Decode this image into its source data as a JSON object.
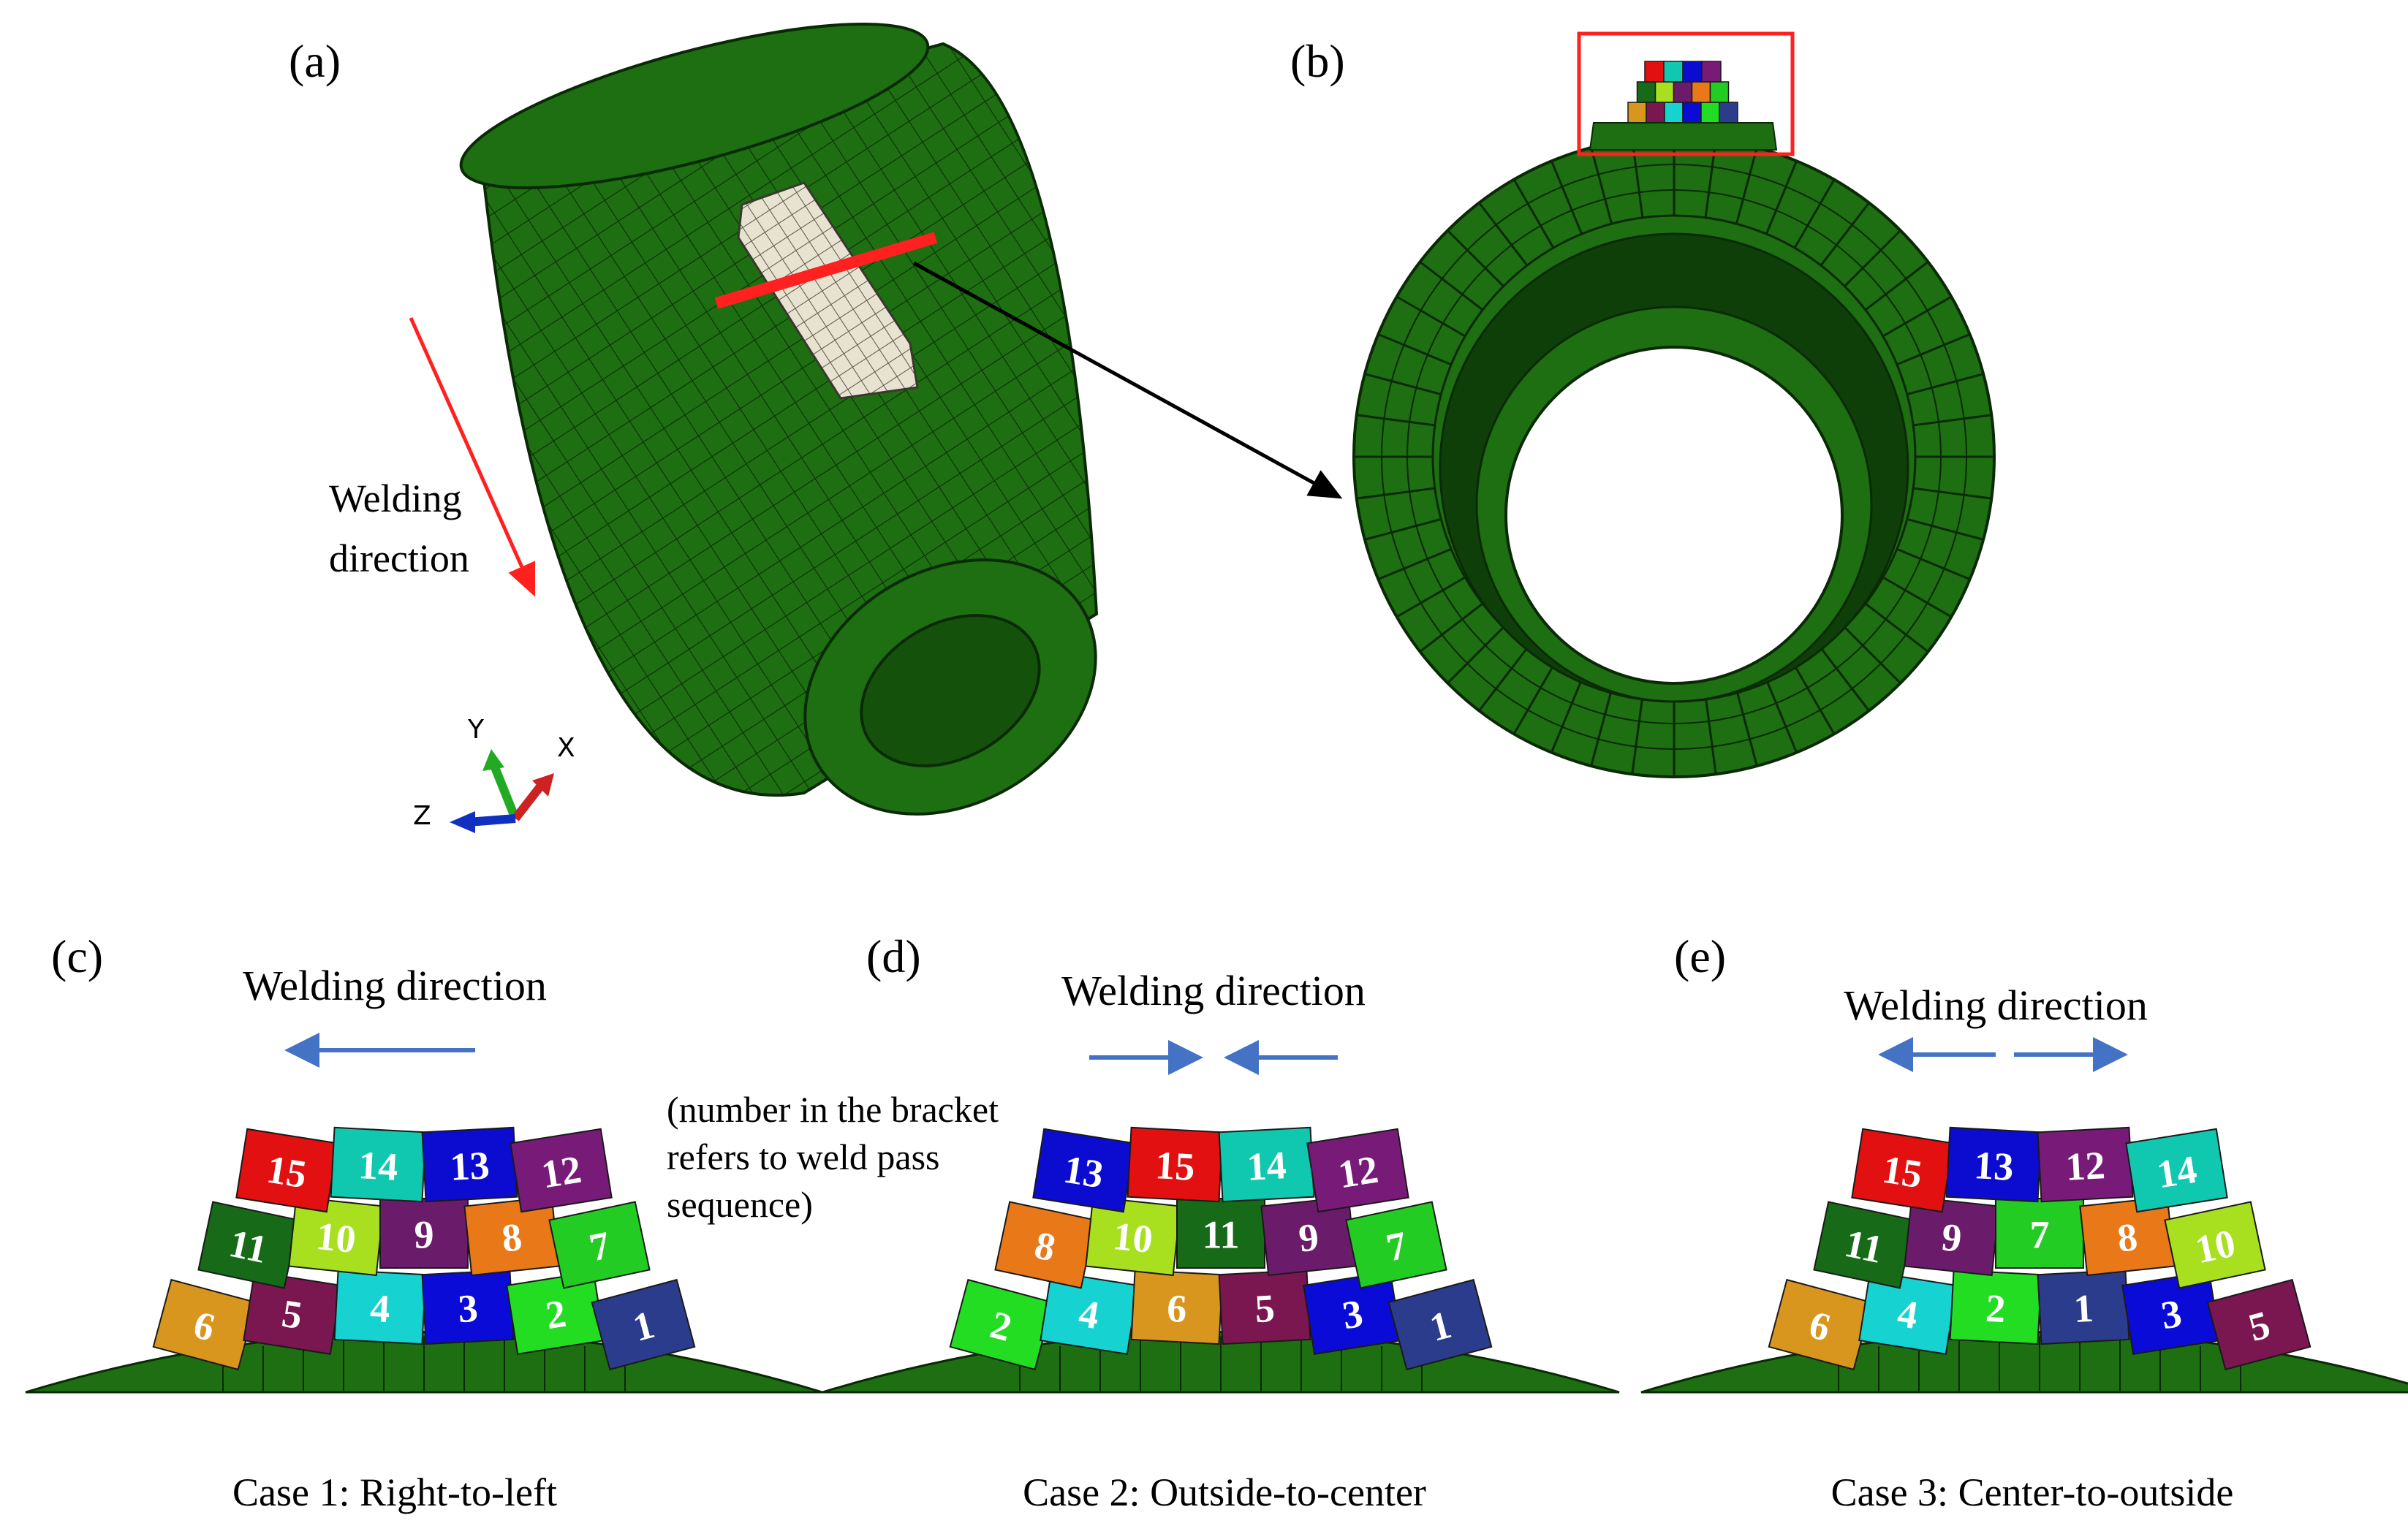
{
  "panels": {
    "a": "(a)",
    "b": "(b)",
    "c": "(c)",
    "d": "(d)",
    "e": "(e)"
  },
  "panel_a": {
    "welding_label_line1": "Welding",
    "welding_label_line2": "direction"
  },
  "triad": {
    "x": "X",
    "y": "Y",
    "z": "Z"
  },
  "note": {
    "line1": "(number in the bracket",
    "line2": "refers to weld pass",
    "line3": "sequence)"
  },
  "welding_direction_label": "Welding direction",
  "cases": [
    {
      "caption": "Case 1: Right-to-left",
      "rows": [
        [
          "6",
          "5",
          "4",
          "3",
          "2",
          "1"
        ],
        [
          "11",
          "10",
          "9",
          "8",
          "7"
        ],
        [
          "15",
          "14",
          "13",
          "12"
        ]
      ]
    },
    {
      "caption": "Case 2: Outside-to-center",
      "rows": [
        [
          "2",
          "4",
          "6",
          "5",
          "3",
          "1"
        ],
        [
          "8",
          "10",
          "11",
          "9",
          "7"
        ],
        [
          "13",
          "15",
          "14",
          "12"
        ]
      ]
    },
    {
      "caption": "Case 3: Center-to-outside",
      "rows": [
        [
          "6",
          "4",
          "2",
          "1",
          "3",
          "5"
        ],
        [
          "11",
          "9",
          "7",
          "8",
          "10"
        ],
        [
          "15",
          "13",
          "12",
          "14"
        ]
      ]
    }
  ],
  "colors": {
    "mesh_green": "#1e6e12",
    "mesh_line": "#0a2a06",
    "weld_beige": "#e8e2d0",
    "red": "#ff2020",
    "arrow_blue": "#4472c4",
    "pass_colors": {
      "1": "#2c3c8c",
      "2": "#22dd22",
      "3": "#0b0bd8",
      "4": "#16d2d0",
      "5": "#7a1650",
      "6": "#d8961e",
      "7": "#22cc22",
      "8": "#e87818",
      "9": "#6a1c6a",
      "10": "#a8e020",
      "11": "#176a17",
      "12": "#781a78",
      "13": "#0c0cd0",
      "14": "#10c8b0",
      "15": "#e21010"
    }
  }
}
